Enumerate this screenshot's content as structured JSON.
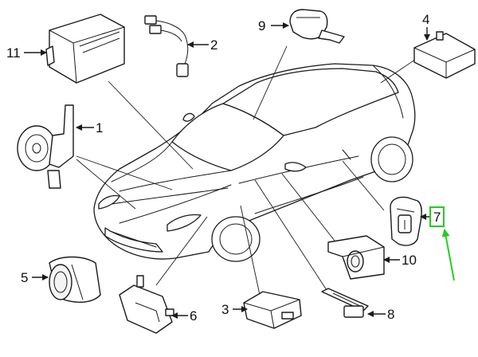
{
  "callouts": {
    "c1": "1",
    "c2": "2",
    "c3": "3",
    "c4": "4",
    "c5": "5",
    "c6": "6",
    "c7": "7",
    "c8": "8",
    "c9": "9",
    "c10": "10",
    "c11": "11"
  },
  "colors": {
    "highlight": "#22cc22",
    "linework": "#1a1a1a"
  },
  "highlighted_callout": "7"
}
